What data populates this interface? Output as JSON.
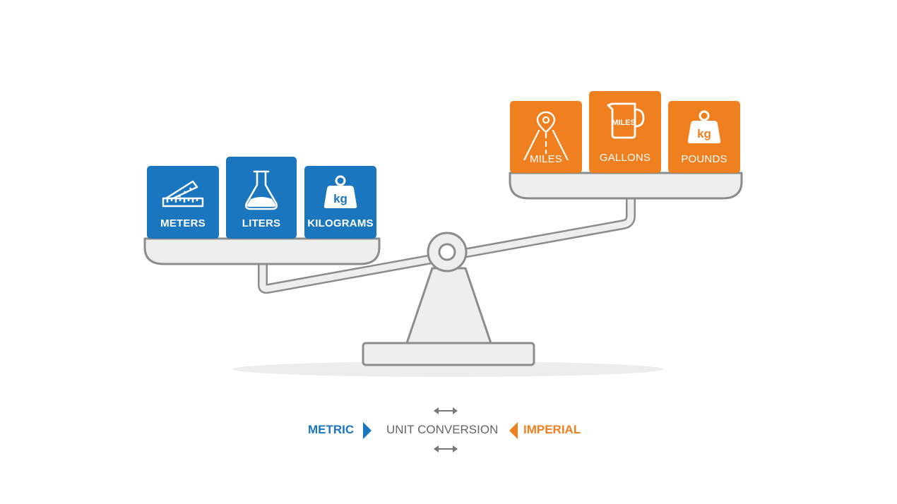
{
  "metric_blocks": [
    {
      "label": "METERS",
      "icon": "ruler-icon"
    },
    {
      "label": "LITERS",
      "icon": "flask-icon"
    },
    {
      "label": "KILOGRAMS",
      "icon": "kg-weight-icon",
      "icon_text": "kg"
    }
  ],
  "imperial_blocks": [
    {
      "label": "MILES",
      "icon": "road-pin-icon"
    },
    {
      "label": "GALLONS",
      "icon": "jug-icon",
      "icon_text": "MILES"
    },
    {
      "label": "POUNDS",
      "icon": "kg-weight-icon",
      "icon_text": "kg"
    }
  ],
  "legend": {
    "metric": "METRIC",
    "center": "UNIT CONVERSION",
    "imperial": "IMPERIAL"
  },
  "colors": {
    "metric": "#1a76bf",
    "imperial": "#f0801f",
    "scale_fill": "#eeeeee",
    "scale_stroke": "#8c8c8c"
  }
}
